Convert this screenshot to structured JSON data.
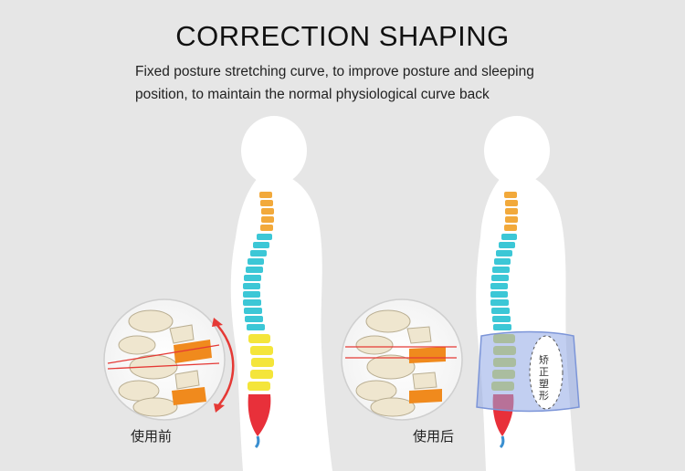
{
  "heading": {
    "title": "CORRECTION SHAPING",
    "subtitle_line1": "Fixed posture stretching curve, to improve posture and sleeping",
    "subtitle_line2": "position, to maintain the normal physiological curve back"
  },
  "figures": {
    "before_caption": "使用前",
    "after_caption": "使用后",
    "belt_label": "矫正塑形"
  },
  "colors": {
    "background": "#e6e6e6",
    "silhouette": "#ffffff",
    "cervical": "#f2a93b",
    "thoracic": "#3cc7d6",
    "lumbar": "#f4e53a",
    "sacrum": "#e8303a",
    "belt": "#8fa8e6",
    "accent_red": "#e53935"
  }
}
